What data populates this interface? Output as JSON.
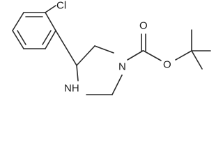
{
  "diagram_type": "skeletal chemical structure",
  "atom_labels": {
    "chlorine": "Cl",
    "ring_nitrogen": "N",
    "amine_nh": "NH",
    "carbonyl_oxygen": "O",
    "ester_oxygen": "O"
  },
  "colors": {
    "bond": "#2a2a2a",
    "label": "#1a1a1a",
    "background": "#ffffff"
  }
}
